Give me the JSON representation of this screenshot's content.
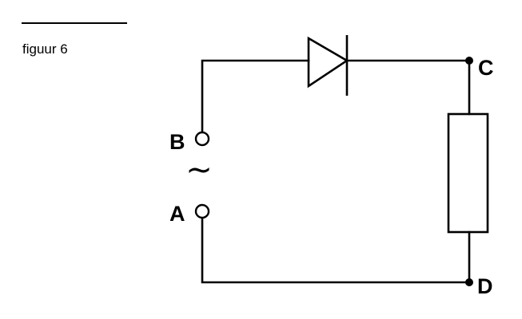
{
  "figure": {
    "caption": "figuur 6"
  },
  "labels": {
    "terminal_b": "B",
    "terminal_a": "A",
    "node_c": "C",
    "node_d": "D"
  },
  "symbols": {
    "ac_source": "~"
  },
  "colors": {
    "ink": "#000000",
    "background": "#ffffff"
  }
}
